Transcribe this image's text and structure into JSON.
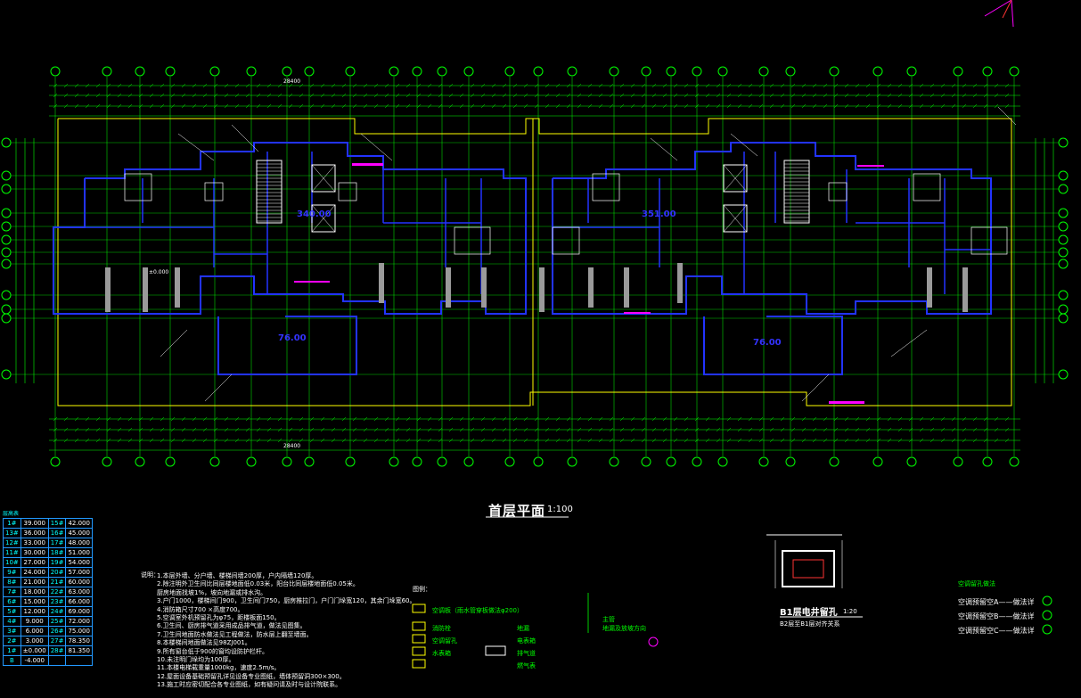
{
  "drawing": {
    "title": "首层平面",
    "scale": "1:100",
    "overall_dim_top": "28400",
    "overall_dim_bottom": "28400",
    "marks": [
      "340.00",
      "351.00",
      "76.00",
      "76.00"
    ],
    "level_text": "±0.000"
  },
  "level_table": {
    "title": "层高表",
    "rows": [
      [
        "1#",
        "39.000",
        "15#",
        "42.000"
      ],
      [
        "13#",
        "36.000",
        "16#",
        "45.000"
      ],
      [
        "12#",
        "33.000",
        "17#",
        "48.000"
      ],
      [
        "11#",
        "30.000",
        "18#",
        "51.000"
      ],
      [
        "10#",
        "27.000",
        "19#",
        "54.000"
      ],
      [
        "9#",
        "24.000",
        "20#",
        "57.000"
      ],
      [
        "8#",
        "21.000",
        "21#",
        "60.000"
      ],
      [
        "7#",
        "18.000",
        "22#",
        "63.000"
      ],
      [
        "6#",
        "15.000",
        "23#",
        "66.000"
      ],
      [
        "5#",
        "12.000",
        "24#",
        "69.000"
      ],
      [
        "4#",
        "9.000",
        "25#",
        "72.000"
      ],
      [
        "3#",
        "6.000",
        "26#",
        "75.000"
      ],
      [
        "2#",
        "3.000",
        "27#",
        "78.350"
      ],
      [
        "1#",
        "±0.000",
        "28#",
        "81.350"
      ],
      [
        "B",
        "-4.000",
        "",
        ""
      ]
    ]
  },
  "notes": {
    "head": "说明：",
    "items": [
      "1.本层外墙、分户墙、楼梯间墙200厚，户内隔墙120厚。",
      "2.除注明外卫生间比同层楼地面低0.03米，阳台比同层楼地面低0.05米。",
      "   厨房地面找坡1%，坡向地漏或排水沟。",
      "3.户门1000，楼梯间门900，卫生间门750，厨房推拉门，户门门垛宽120，其余门垛宽60。",
      "4.消防箱尺寸700 ×高度700。",
      "5.空调室外机预留孔为φ75，距楼板面150。",
      "6.卫生间、厨房排气道采用成品排气道，做法见图集。",
      "7.卫生间地面防水做法见工程做法，防水层上翻至墙面。",
      "8.本楼梯间地面做法见98ZJ001。",
      "9.所有窗台低于900的窗均设防护栏杆。",
      "10.未注明门垛均为100厚。",
      "11.本楼电梯载重量1000kg，速度2.5m/s。",
      "12.屋面设备基础预留孔详见设备专业图纸，墙体预留洞300×300。",
      "13.施工时应密切配合各专业图纸，如有疑问请及时与设计院联系。"
    ]
  },
  "legend": {
    "head": "图例：",
    "items": [
      "空调板（雨水管穿板做法φ200）",
      "消防栓",
      "空调留孔",
      "地漏",
      "水表箱",
      "电表箱",
      "主管",
      "地漏及放坡方向",
      "排气道",
      "燃气表"
    ]
  },
  "shaft": {
    "title": "B1层电井留孔",
    "scale": "1:20",
    "subtitle": "B2层至B1层对齐关系"
  },
  "ac": {
    "head": "空调留孔做法",
    "items": [
      "空调预留空A——做法详",
      "空调预留空B——做法详",
      "空调预留空C——做法详"
    ]
  },
  "colors": {
    "background": "#000000",
    "grid": "#00ff00",
    "wall": "#2233ff",
    "column": "#9a9a9a",
    "outline": "#ffff00",
    "accent": "#ff00ff",
    "text": "#ffffff"
  }
}
